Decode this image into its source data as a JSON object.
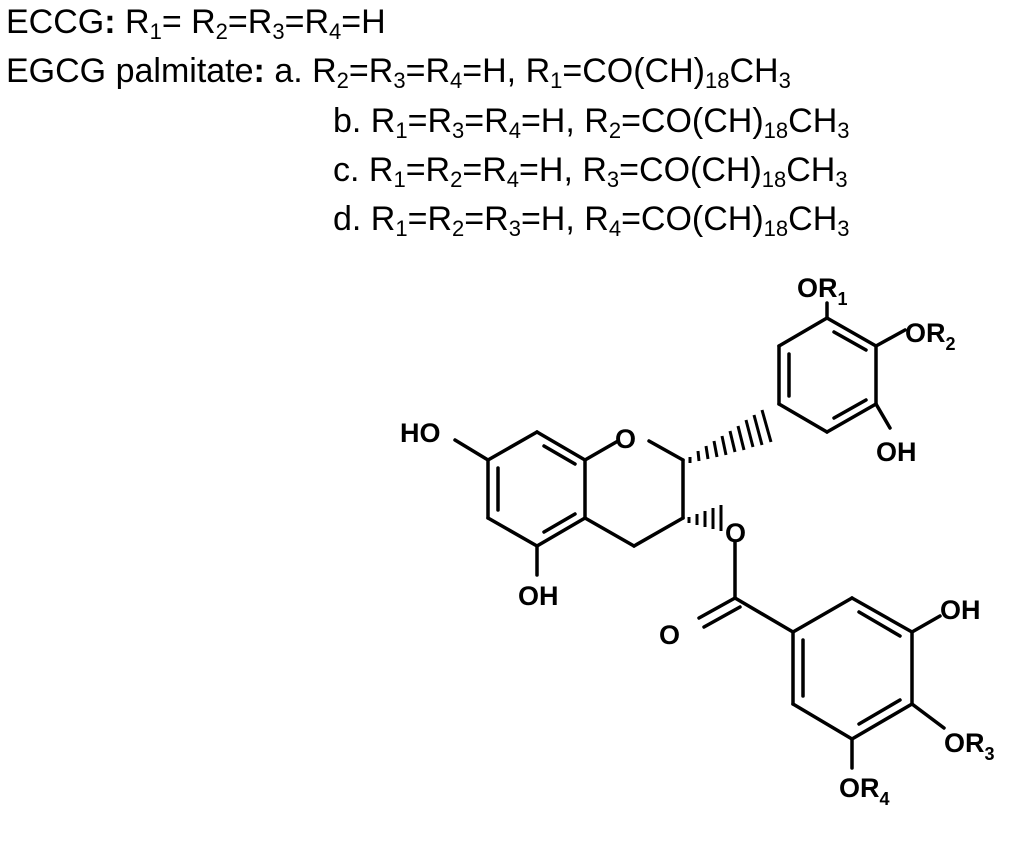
{
  "legend": {
    "ecg": {
      "name": "ECCG",
      "colon": ":",
      "formula": [
        {
          "t": " R"
        },
        {
          "s": "1"
        },
        {
          "t": "= R"
        },
        {
          "s": "2"
        },
        {
          "t": "=R"
        },
        {
          "s": "3"
        },
        {
          "t": "=R"
        },
        {
          "s": "4"
        },
        {
          "t": "=H"
        }
      ]
    },
    "palmitate": {
      "name": "EGCG palmitate",
      "colon": ":",
      "variants": [
        {
          "letter": "a.",
          "formula": [
            {
              "t": " R"
            },
            {
              "s": "2"
            },
            {
              "t": "=R"
            },
            {
              "s": "3"
            },
            {
              "t": "=R"
            },
            {
              "s": "4"
            },
            {
              "t": "=H, R"
            },
            {
              "s": "1"
            },
            {
              "t": "=CO(CH)"
            },
            {
              "s": "18"
            },
            {
              "t": "CH"
            },
            {
              "s": "3"
            }
          ]
        },
        {
          "letter": "b.",
          "formula": [
            {
              "t": " R"
            },
            {
              "s": "1"
            },
            {
              "t": "=R"
            },
            {
              "s": "3"
            },
            {
              "t": "=R"
            },
            {
              "s": "4"
            },
            {
              "t": "=H, R"
            },
            {
              "s": "2"
            },
            {
              "t": "=CO(CH)"
            },
            {
              "s": "18"
            },
            {
              "t": "CH"
            },
            {
              "s": "3"
            }
          ]
        },
        {
          "letter": "c.",
          "formula": [
            {
              "t": " R"
            },
            {
              "s": "1"
            },
            {
              "t": "=R"
            },
            {
              "s": "2"
            },
            {
              "t": "=R"
            },
            {
              "s": "4"
            },
            {
              "t": "=H, R"
            },
            {
              "s": "3"
            },
            {
              "t": "=CO(CH)"
            },
            {
              "s": "18"
            },
            {
              "t": "CH"
            },
            {
              "s": "3"
            }
          ]
        },
        {
          "letter": "d.",
          "formula": [
            {
              "t": " R"
            },
            {
              "s": "1"
            },
            {
              "t": "=R"
            },
            {
              "s": "2"
            },
            {
              "t": "=R"
            },
            {
              "s": "3"
            },
            {
              "t": "=H, R"
            },
            {
              "s": "4"
            },
            {
              "t": "=CO(CH)"
            },
            {
              "s": "18"
            },
            {
              "t": "CH"
            },
            {
              "s": "3"
            }
          ]
        }
      ]
    }
  },
  "structure": {
    "labels": {
      "ho_a_ring": "HO",
      "oh_a_ring": "OH",
      "ring_oxygen": "O",
      "oh_b_ring": "OH",
      "or1": {
        "base": "OR",
        "sub": "1"
      },
      "or2": {
        "base": "OR",
        "sub": "2"
      },
      "ester_oxygen": "O",
      "carbonyl_oxygen": "O",
      "oh_gallate": "OH",
      "or3": {
        "base": "OR",
        "sub": "3"
      },
      "or4": {
        "base": "OR",
        "sub": "4"
      }
    }
  }
}
